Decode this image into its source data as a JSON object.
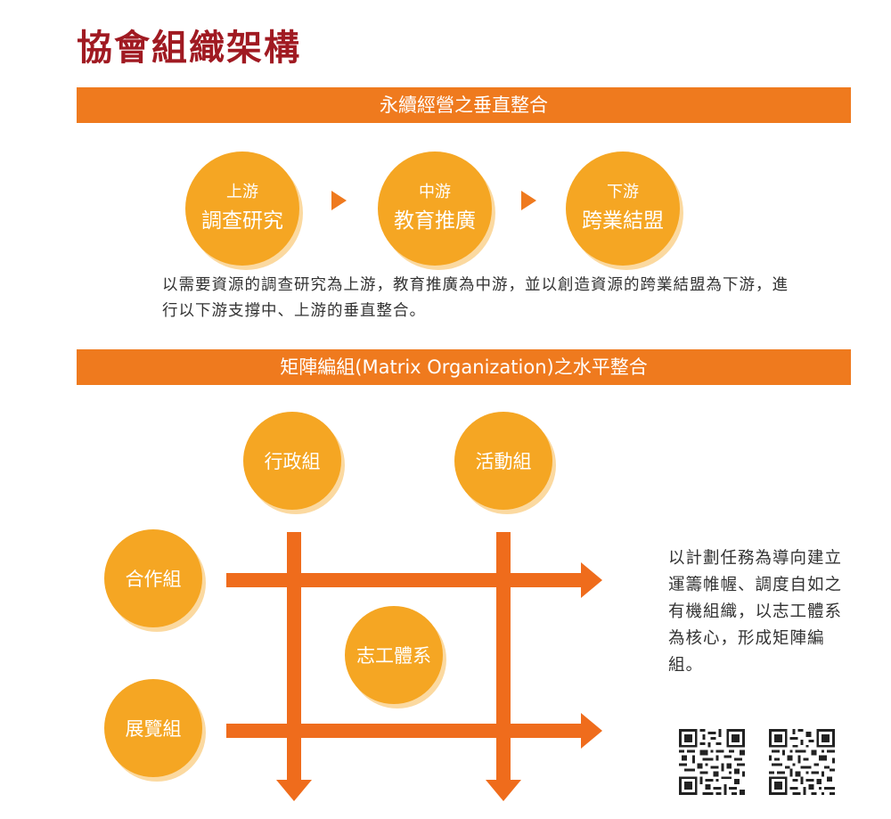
{
  "title": "協會組織架構",
  "vertical": {
    "header": "永續經營之垂直整合",
    "stages": [
      {
        "small": "上游",
        "big": "調查研究"
      },
      {
        "small": "中游",
        "big": "教育推廣"
      },
      {
        "small": "下游",
        "big": "跨業結盟"
      }
    ],
    "description": "以需要資源的調查研究為上游，教育推廣為中游，並以創造資源的跨業結盟為下游，進行以下游支撐中、上游的垂直整合。"
  },
  "horizontal": {
    "header": "矩陣編組(Matrix Organization)之水平整合",
    "nodes": {
      "admin": "行政組",
      "events": "活動組",
      "coop": "合作組",
      "volunteer": "志工體系",
      "exhibit": "展覽組"
    },
    "description": "以計劃任務為導向建立運籌帷幄、調度自如之有機組織，以志工體系為核心，形成矩陣編組。"
  },
  "colors": {
    "title": "#a01a22",
    "band": "#ef7a1e",
    "circle": "#f5a623",
    "arrow": "#ef6c1c"
  },
  "qr_codes": [
    "qr-code-icon",
    "qr-code-icon"
  ]
}
